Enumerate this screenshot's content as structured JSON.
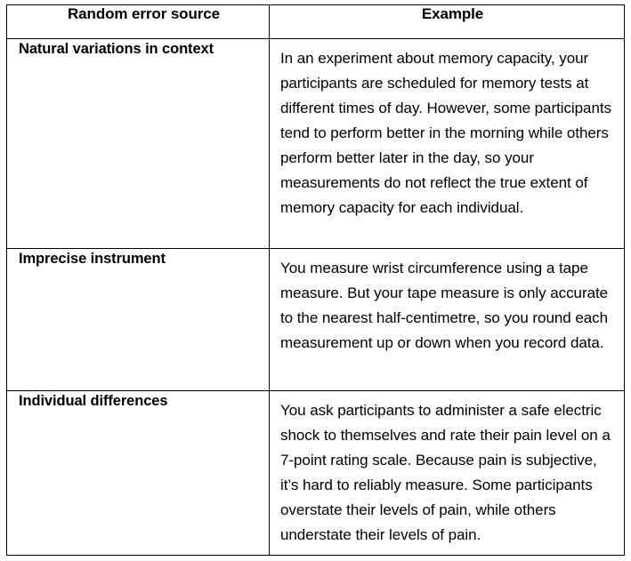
{
  "table": {
    "name": "random-error-sources-table",
    "columns": [
      {
        "key": "source",
        "header": "Random error source"
      },
      {
        "key": "example",
        "header": "Example"
      }
    ],
    "rows": [
      {
        "source": "Natural variations in context",
        "example": "In an experiment about memory capacity, your participants are scheduled for memory tests at different times of day. However, some participants tend to perform better in the morning while others perform better later in the day, so your measurements do not reflect the true extent of memory capacity for each individual."
      },
      {
        "source": "Imprecise instrument",
        "example": "You measure wrist circumference using a tape measure. But your tape measure is only accurate to the nearest half-centimetre, so you round each measurement up or down when you record data."
      },
      {
        "source": "Individual differences",
        "example": "You ask participants to administer a safe electric shock to themselves and rate their pain level on a 7-point rating scale. Because pain is subjective, it’s hard to reliably measure. Some participants overstate their levels of pain, while others understate their levels of pain."
      }
    ]
  },
  "colors": {
    "border": "#000000",
    "text": "#000000",
    "background": "#ffffff"
  }
}
